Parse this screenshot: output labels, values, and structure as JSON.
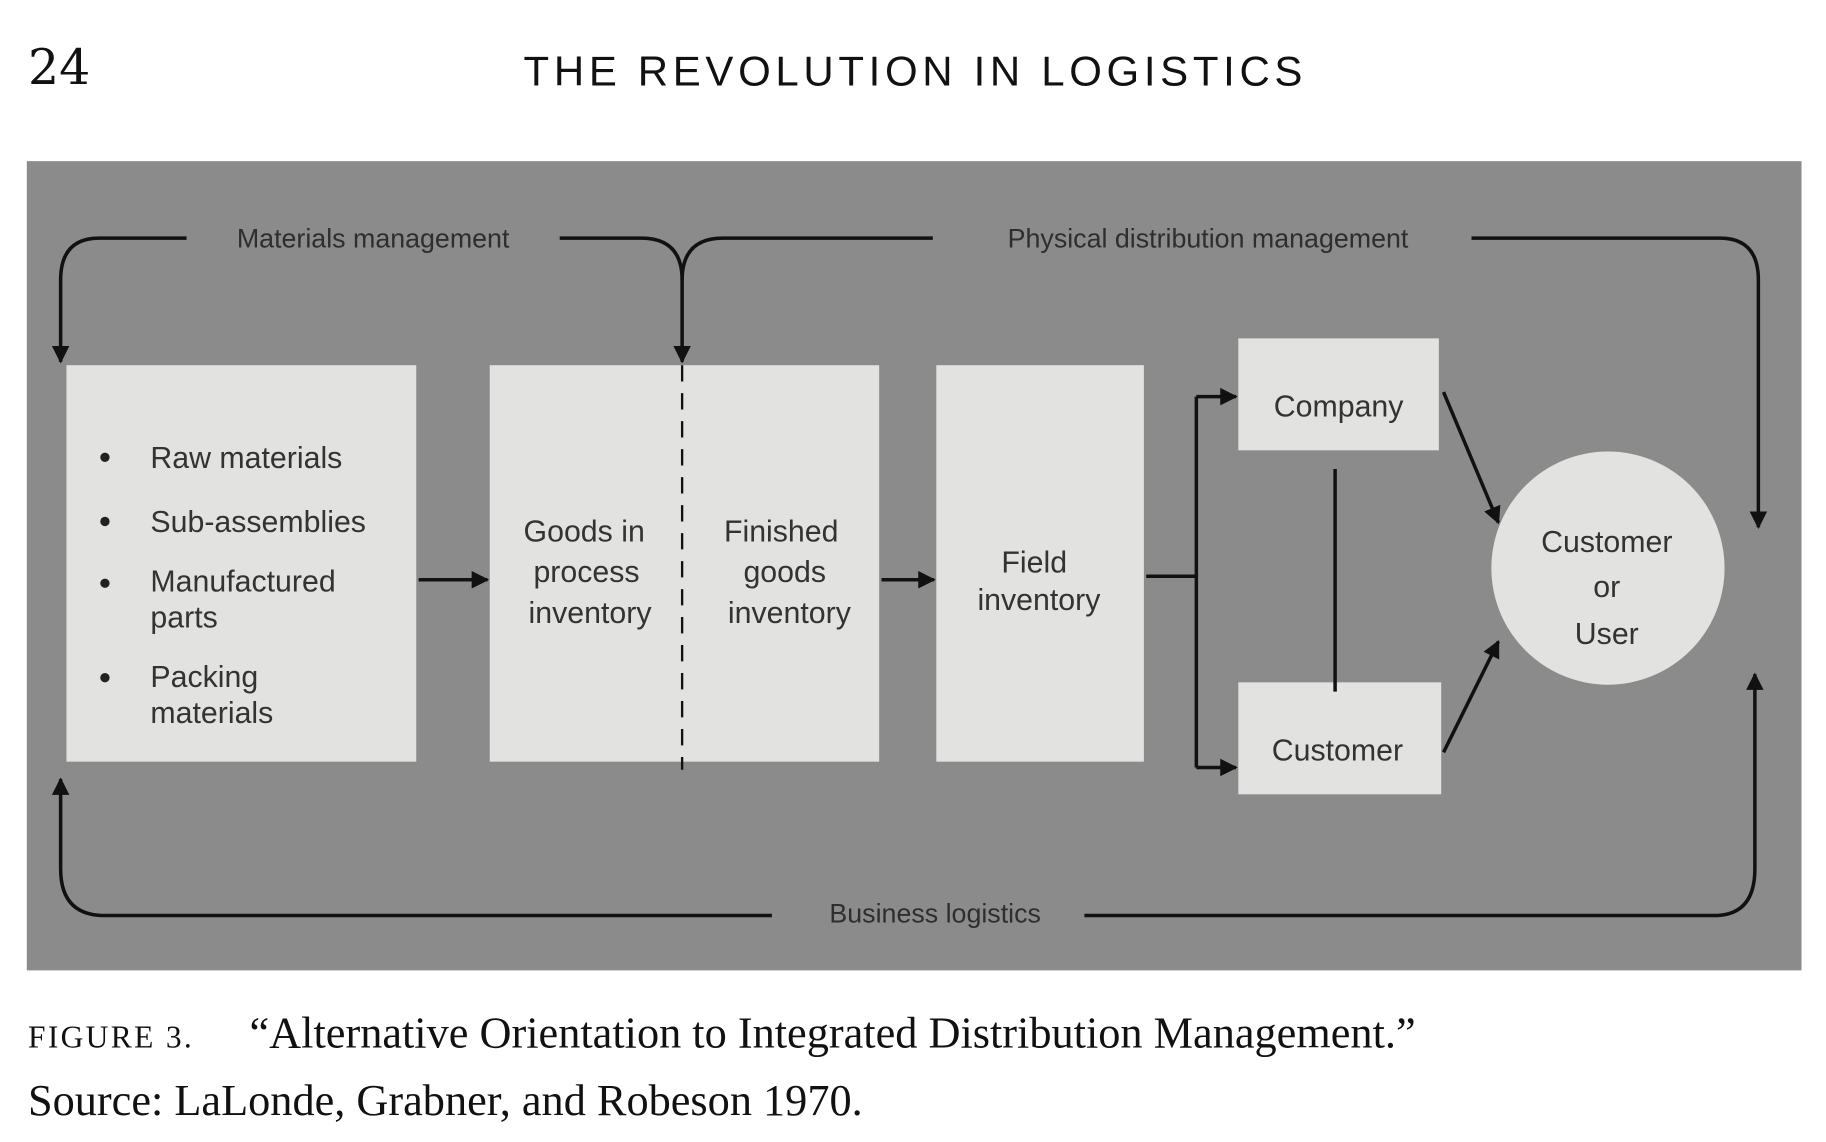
{
  "header": {
    "page_number": "24",
    "running_title": "THE REVOLUTION IN LOGISTICS"
  },
  "diagram": {
    "labels": {
      "materials": "Materials management",
      "physical": "Physical distribution management",
      "business": "Business logistics"
    },
    "box1_items": [
      "Raw materials",
      "Sub-assemblies",
      "Manufactured",
      "parts",
      "Packing",
      "materials"
    ],
    "goods_in_process": [
      "Goods in",
      "process",
      "inventory"
    ],
    "finished_goods": [
      "Finished",
      "goods",
      "inventory"
    ],
    "field": [
      "Field",
      "inventory"
    ],
    "company": "Company",
    "customer": "Customer",
    "end_user": [
      "Customer",
      "or",
      "User"
    ]
  },
  "caption": {
    "figure_label": "FIGURE 3.",
    "title": "“Alternative Orientation to Integrated Distribution Management.”",
    "source": "Source: LaLonde, Grabner, and Robeson 1970."
  }
}
